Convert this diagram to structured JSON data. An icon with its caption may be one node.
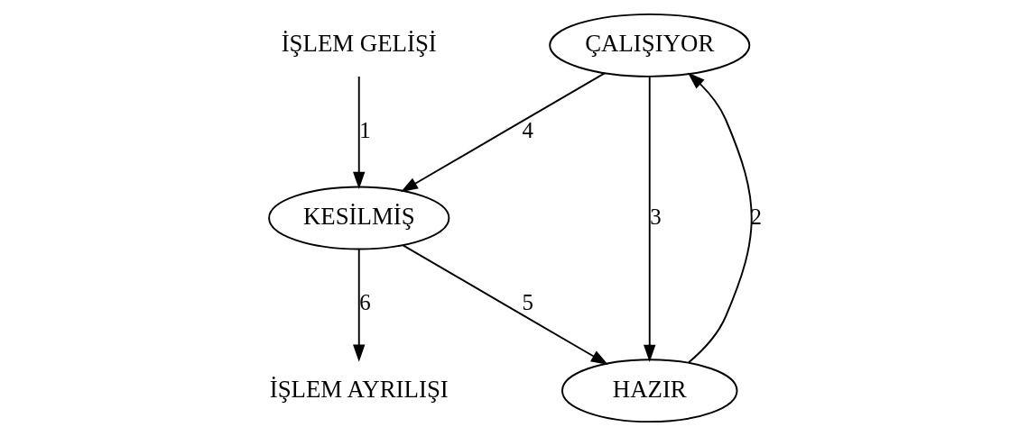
{
  "diagram": {
    "nodes": [
      {
        "text": [
          "ÇALIŞIYOR"
        ]
      },
      {
        "text": [
          "HAZIR"
        ]
      },
      {
        "text": [
          "KESİLMİŞ"
        ]
      },
      {
        "text": [
          "İŞLEM GELİŞİ"
        ]
      },
      {
        "text": [
          "İŞLEM AYRILIŞI"
        ]
      }
    ],
    "edges": [
      {
        "from": 1,
        "to": 0,
        "arrow": "to",
        "label": "2"
      },
      {
        "from": 0,
        "to": 1,
        "arrow": "to",
        "label": "3"
      },
      {
        "from": 0,
        "to": 2,
        "arrow": "to",
        "label": "4"
      },
      {
        "from": 3,
        "to": 2,
        "arrow": "to",
        "label": "1"
      },
      {
        "from": 2,
        "to": 4,
        "arrow": "to",
        "label": "6"
      },
      {
        "from": 2,
        "to": 1,
        "arrow": "to",
        "label": "5"
      }
    ]
  }
}
